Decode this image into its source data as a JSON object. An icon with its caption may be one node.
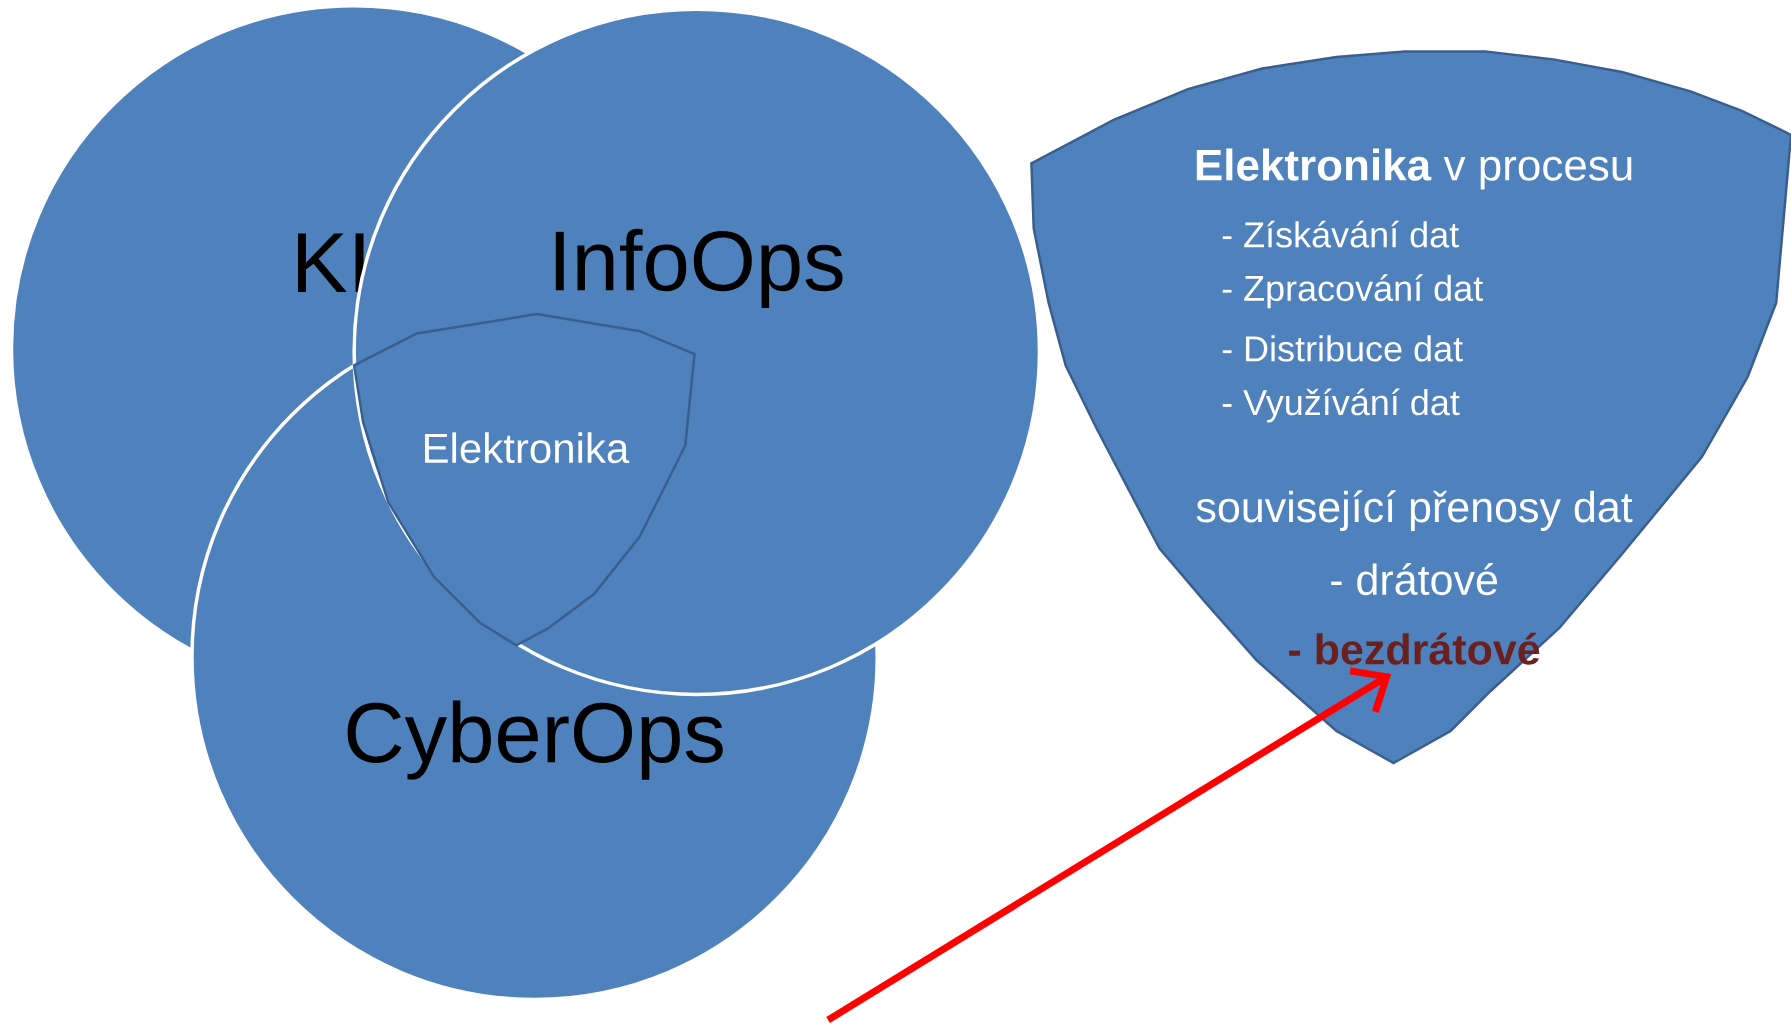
{
  "diagram": {
    "nodes": [
      {
        "text": [
          "KI"
        ]
      },
      {
        "text": [
          "InfoOps"
        ]
      },
      {
        "text": [
          "CyberOps"
        ]
      },
      {
        "text": [
          "Elektronika"
        ]
      },
      {
        "text": [
          "**Elektronika** v procesu",
          "- Získávání dat",
          "- Zpracování dat",
          "- Distribuce dat",
          "- Využívání dat",
          "související přenosy dat",
          "- drátové",
          "- bezdrátové"
        ]
      }
    ],
    "edges": [
      {
        "from": null,
        "to": 4,
        "arrow": "to",
        "color": "#ff0000"
      }
    ]
  }
}
